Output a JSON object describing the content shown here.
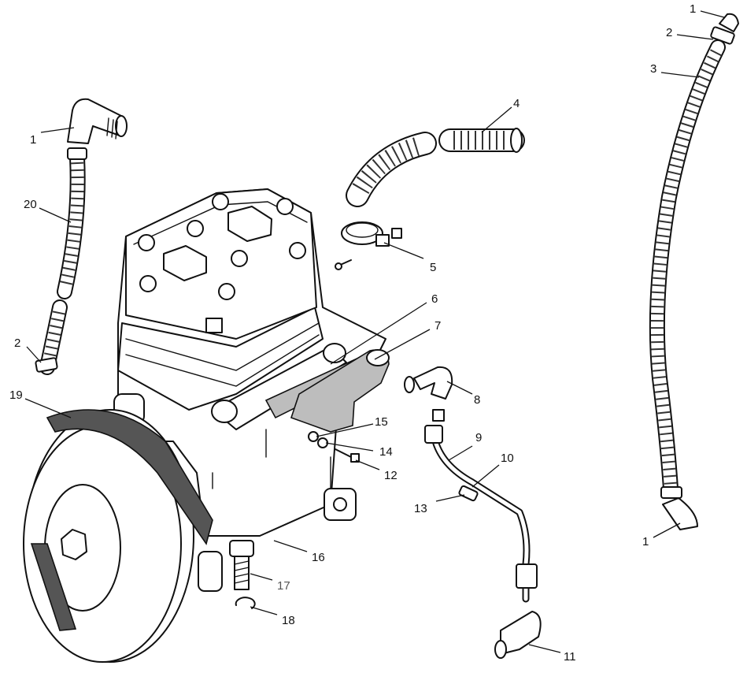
{
  "callouts": [
    {
      "id": "c1a",
      "text": "1"
    },
    {
      "id": "c20",
      "text": "20"
    },
    {
      "id": "c2a",
      "text": "2"
    },
    {
      "id": "c19",
      "text": "19"
    },
    {
      "id": "c4",
      "text": "4"
    },
    {
      "id": "c5",
      "text": "5"
    },
    {
      "id": "c6",
      "text": "6"
    },
    {
      "id": "c7",
      "text": "7"
    },
    {
      "id": "c8",
      "text": "8"
    },
    {
      "id": "c9",
      "text": "9"
    },
    {
      "id": "c10",
      "text": "10"
    },
    {
      "id": "c11",
      "text": "11"
    },
    {
      "id": "c12",
      "text": "12"
    },
    {
      "id": "c13",
      "text": "13"
    },
    {
      "id": "c14",
      "text": "14"
    },
    {
      "id": "c15",
      "text": "15"
    },
    {
      "id": "c16",
      "text": "16"
    },
    {
      "id": "c17",
      "text": "17"
    },
    {
      "id": "c18",
      "text": "18"
    },
    {
      "id": "c1b",
      "text": "1"
    },
    {
      "id": "c2b",
      "text": "2"
    },
    {
      "id": "c3",
      "text": "3"
    },
    {
      "id": "c1c",
      "text": "1"
    }
  ]
}
